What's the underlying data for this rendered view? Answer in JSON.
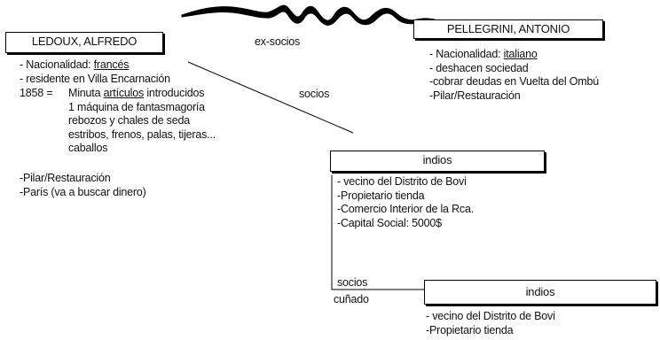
{
  "left_person": {
    "name": "LEDOUX, ALFREDO",
    "nationality_prefix": "- Nacionalidad: ",
    "nationality": "francés",
    "residence": "- residente en Villa Encarnación",
    "year": "1858 =",
    "minuta_prefix": "Minuta ",
    "minuta_link": "artículos",
    "minuta_suffix": " introducidos",
    "goods": [
      "1 máquina de fantasmagoría",
      "rebozos y chales de seda",
      "estribos, frenos, palas, tijeras...",
      "caballos"
    ],
    "other_items": [
      "-Pilar/Restauración",
      "-París (va a buscar dinero)"
    ]
  },
  "right_person": {
    "name": "PELLEGRINI, ANTONIO",
    "nationality_prefix": "- Nacionalidad: ",
    "nationality": "italiano",
    "items": [
      "- deshacen sociedad",
      "-cobrar deudas en Vuelta del Ombú",
      "-Pilar/Restauración"
    ]
  },
  "relations": {
    "ex_socios": "ex-socios",
    "socios": "socios",
    "socios_lower": "socios",
    "cunado": "cuñado"
  },
  "entity_1": {
    "name": "indios",
    "items": [
      "- vecino del Distrito de Bovi",
      "-Propietario tienda",
      "-Comercio Interior de la Rca.",
      "-Capital Social: 5000$"
    ]
  },
  "entity_2": {
    "name": "indios",
    "items": [
      "- vecino del Distrito de Bovi",
      "-Propietario tienda"
    ]
  },
  "colors": {
    "ink": "#000000",
    "background": "#ffffff"
  }
}
